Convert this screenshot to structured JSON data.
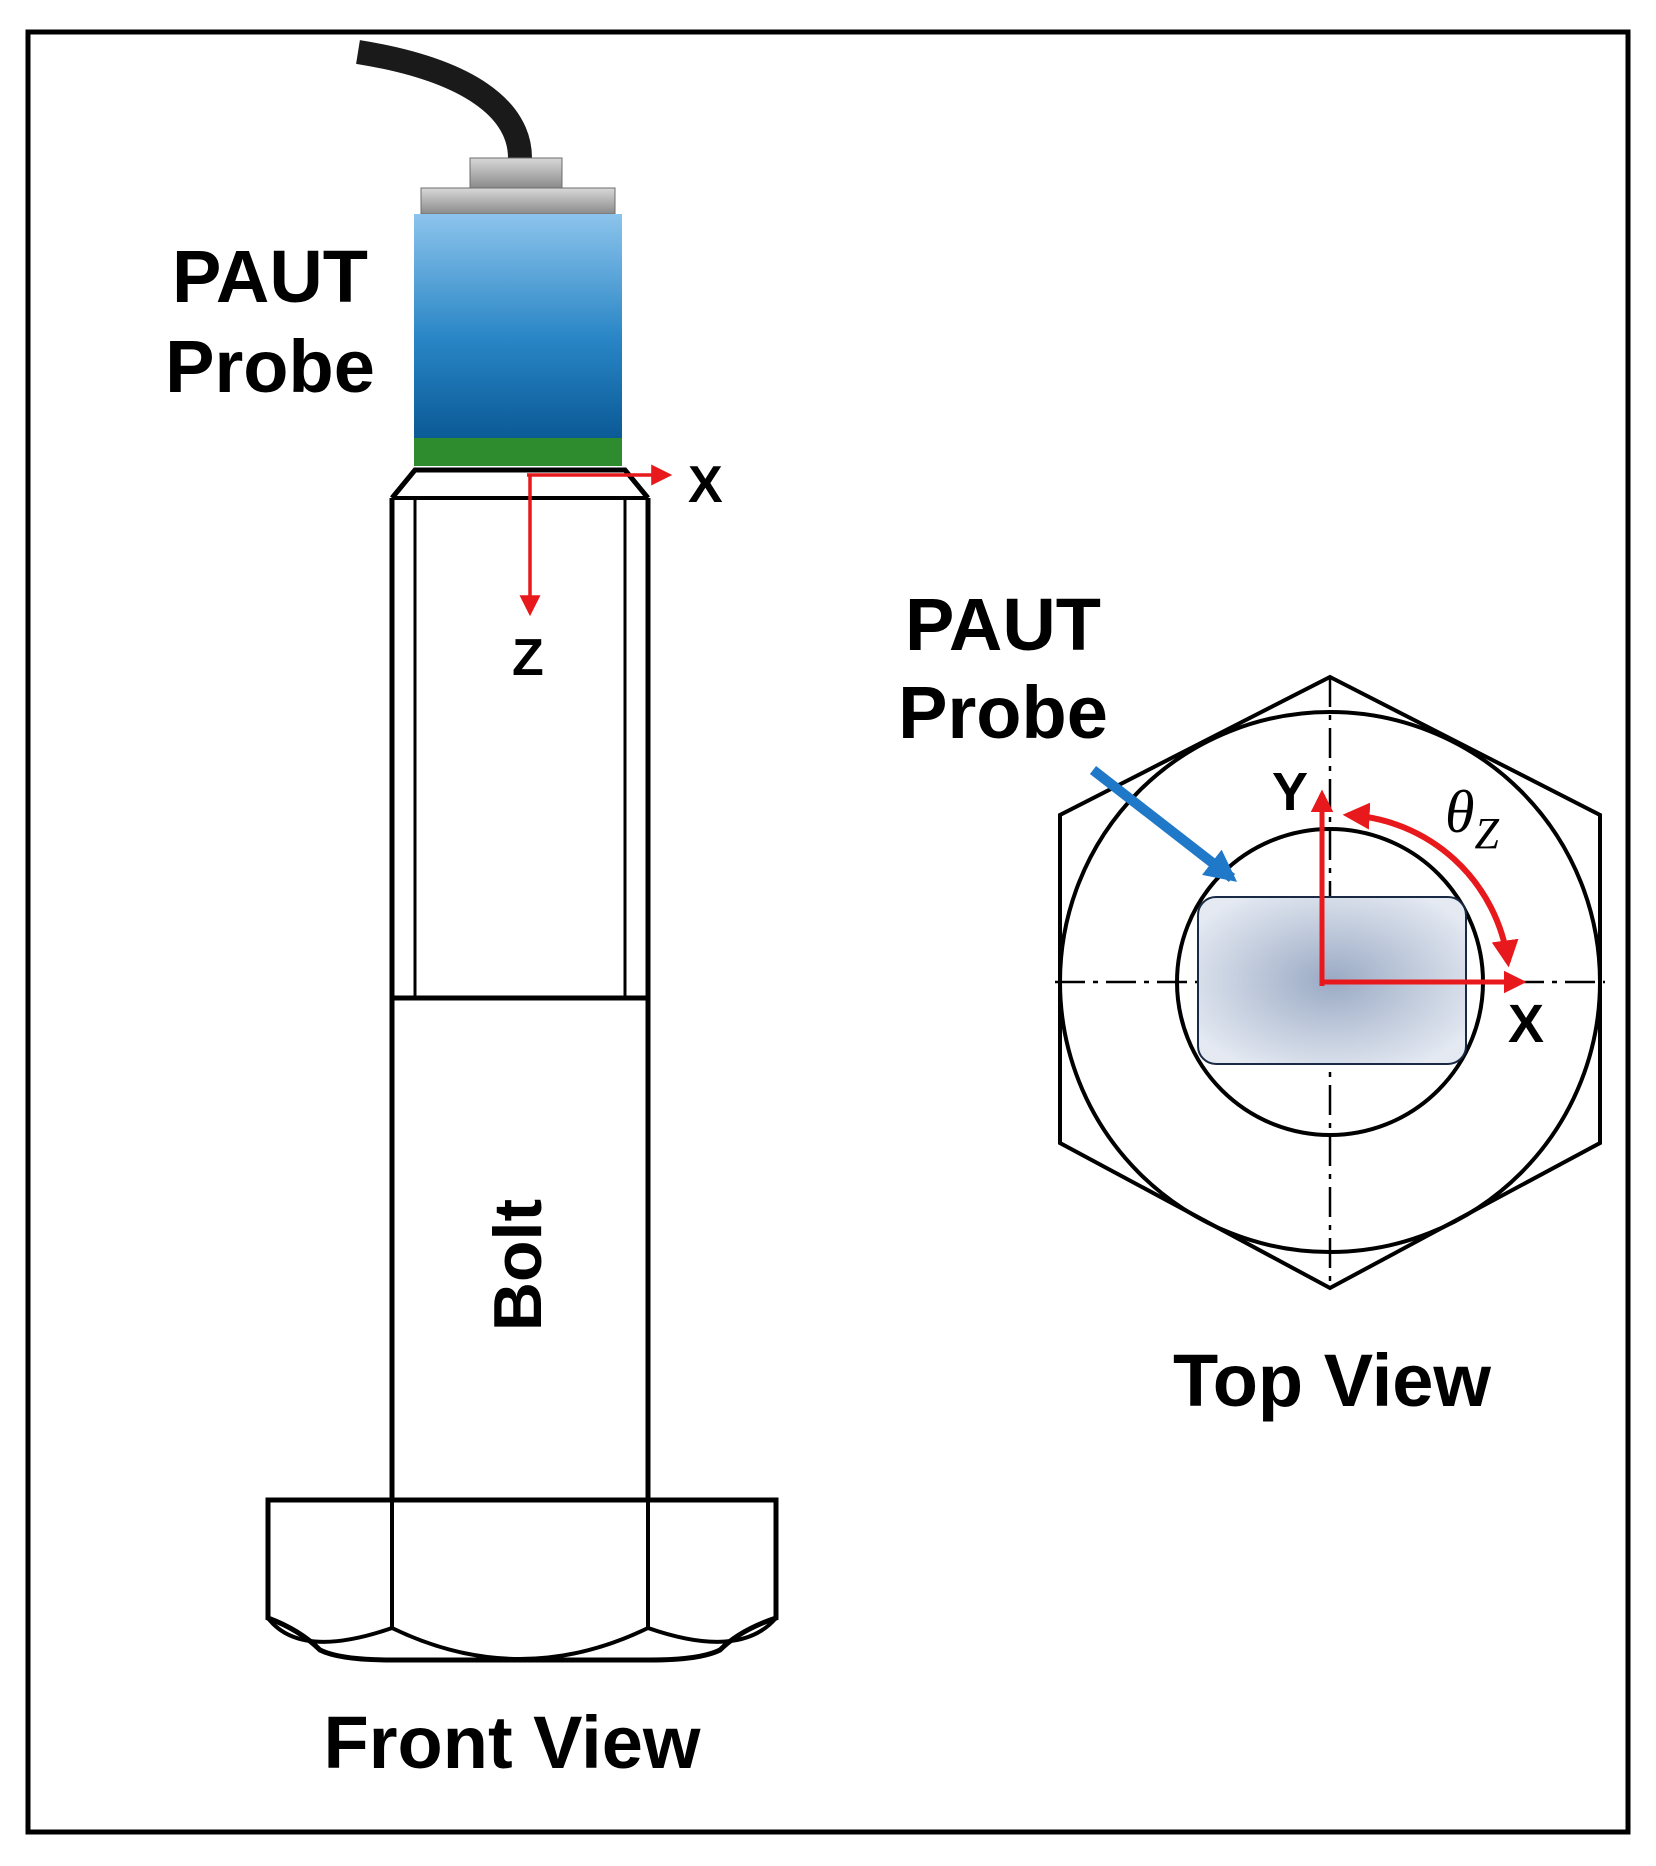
{
  "front_view": {
    "probe_label_line1": "PAUT",
    "probe_label_line2": "Probe",
    "axis_x": "X",
    "axis_z": "Z",
    "bolt_label": "Bolt",
    "caption": "Front View"
  },
  "top_view": {
    "probe_label_line1": "PAUT",
    "probe_label_line2": "Probe",
    "axis_x": "X",
    "axis_y": "Y",
    "theta_symbol": "θ",
    "theta_subscript": "Z",
    "caption": "Top View"
  },
  "colors": {
    "axis_red": "#e8191c",
    "pointer_blue": "#1f78c8",
    "probe_top": "#8cc4ec",
    "probe_bottom": "#0a5a96",
    "probe_band": "#2e8b2e",
    "cable": "#1a1a1a"
  }
}
